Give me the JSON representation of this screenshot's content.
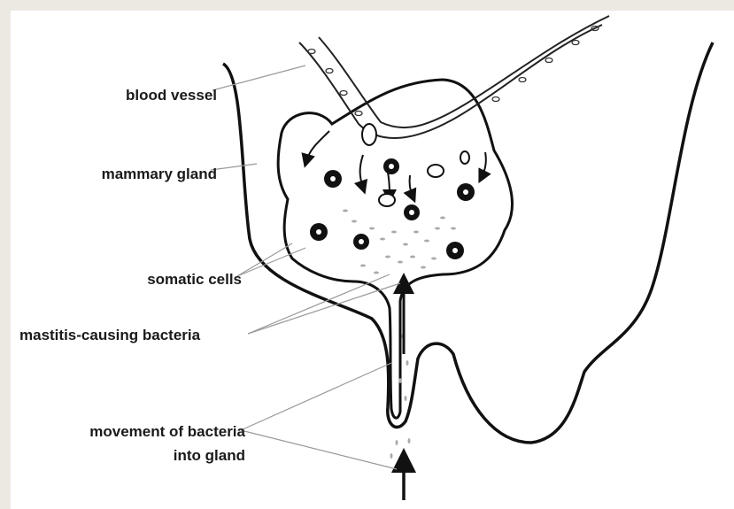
{
  "labels": {
    "blood_vessel": "blood vessel",
    "mammary_gland": "mammary gland",
    "somatic_cells": "somatic cells",
    "bacteria": "mastitis-causing bacteria",
    "movement_line1": "movement of bacteria",
    "movement_line2": "into gland"
  }
}
